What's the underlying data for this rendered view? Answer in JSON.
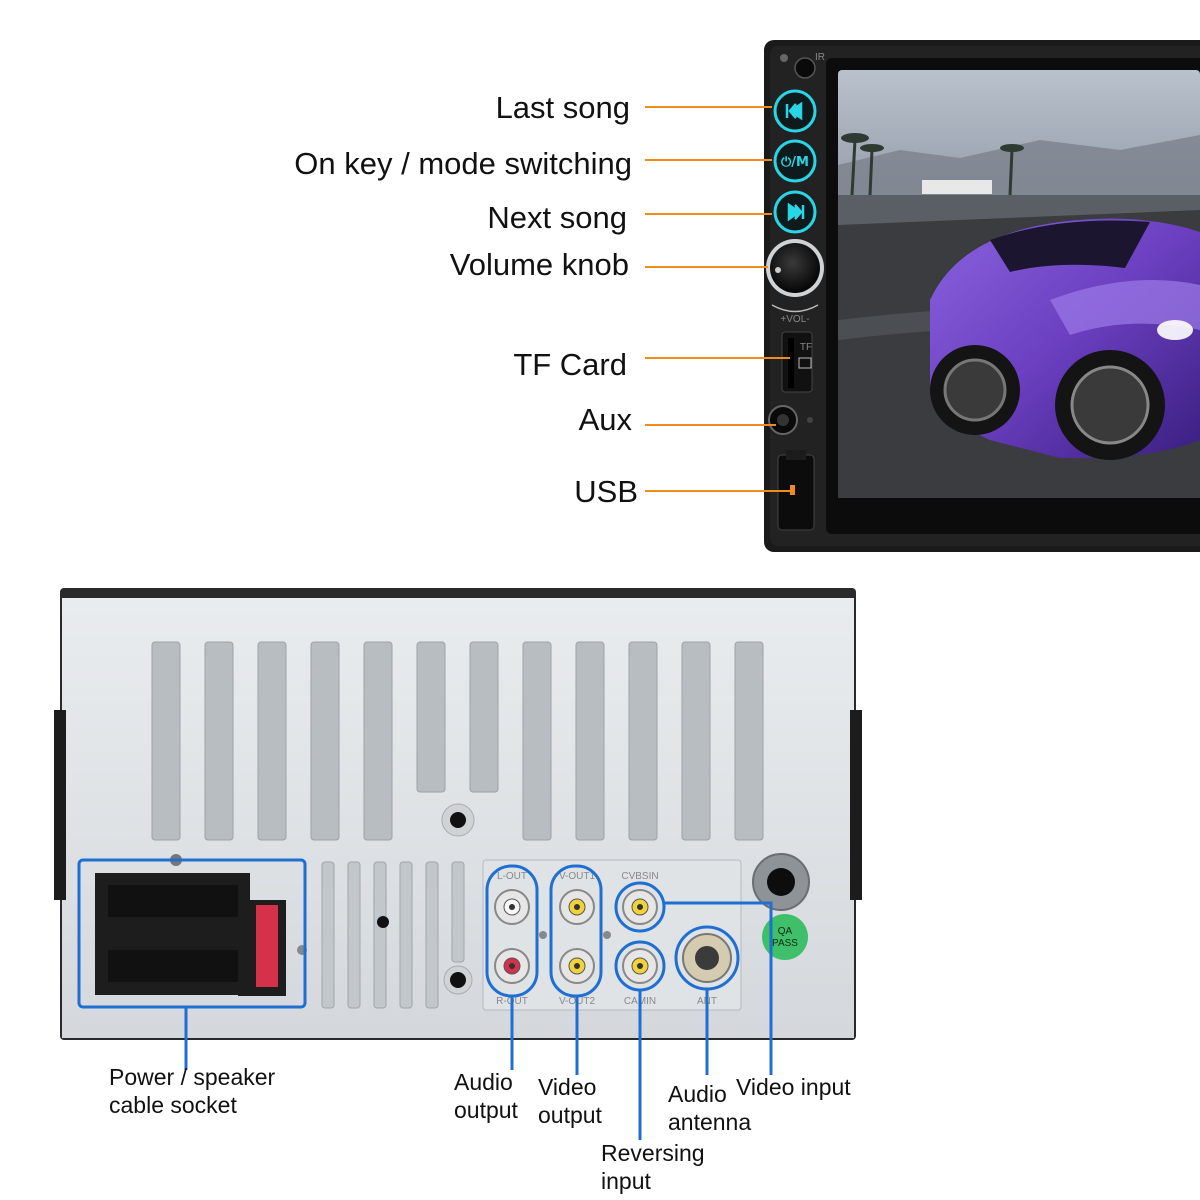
{
  "colors": {
    "front_callout": "#f08c1e",
    "rear_callout": "#1f6fd1",
    "button_glow": "#29d6e6",
    "car_body": "#6b3fc0",
    "qa_badge": "#3fbf6a"
  },
  "front_panel": {
    "ir_label": "IR",
    "vol_label": "+VOL-",
    "tf_label": "TF",
    "labels": {
      "last_song": "Last song",
      "mode": "On key / mode switching",
      "next_song": "Next song",
      "volume": "Volume knob",
      "tf_card": "TF Card",
      "aux": "Aux",
      "usb": "USB"
    },
    "icons": {
      "last_song": "skip-back-icon",
      "mode": "power-mode-icon",
      "next_song": "skip-forward-icon"
    },
    "button_text": {
      "mode": "⏻/M"
    }
  },
  "rear_panel": {
    "port_labels": {
      "l_out": "L-OUT",
      "r_out": "R-OUT",
      "v_out1": "V-OUT1",
      "v_out2": "V-OUT2",
      "cvbs_in": "CVBSIN",
      "cam_in": "CAMIN",
      "ant": "ANT"
    },
    "qa_badge": "QA\nPASS",
    "labels": {
      "power_socket": "Power / speaker\ncable socket",
      "audio_output": "Audio\noutput",
      "video_output": "Video\noutput",
      "reversing_input": "Reversing\ninput",
      "audio_antenna": "Audio\nantenna",
      "video_input": "Video input"
    }
  }
}
